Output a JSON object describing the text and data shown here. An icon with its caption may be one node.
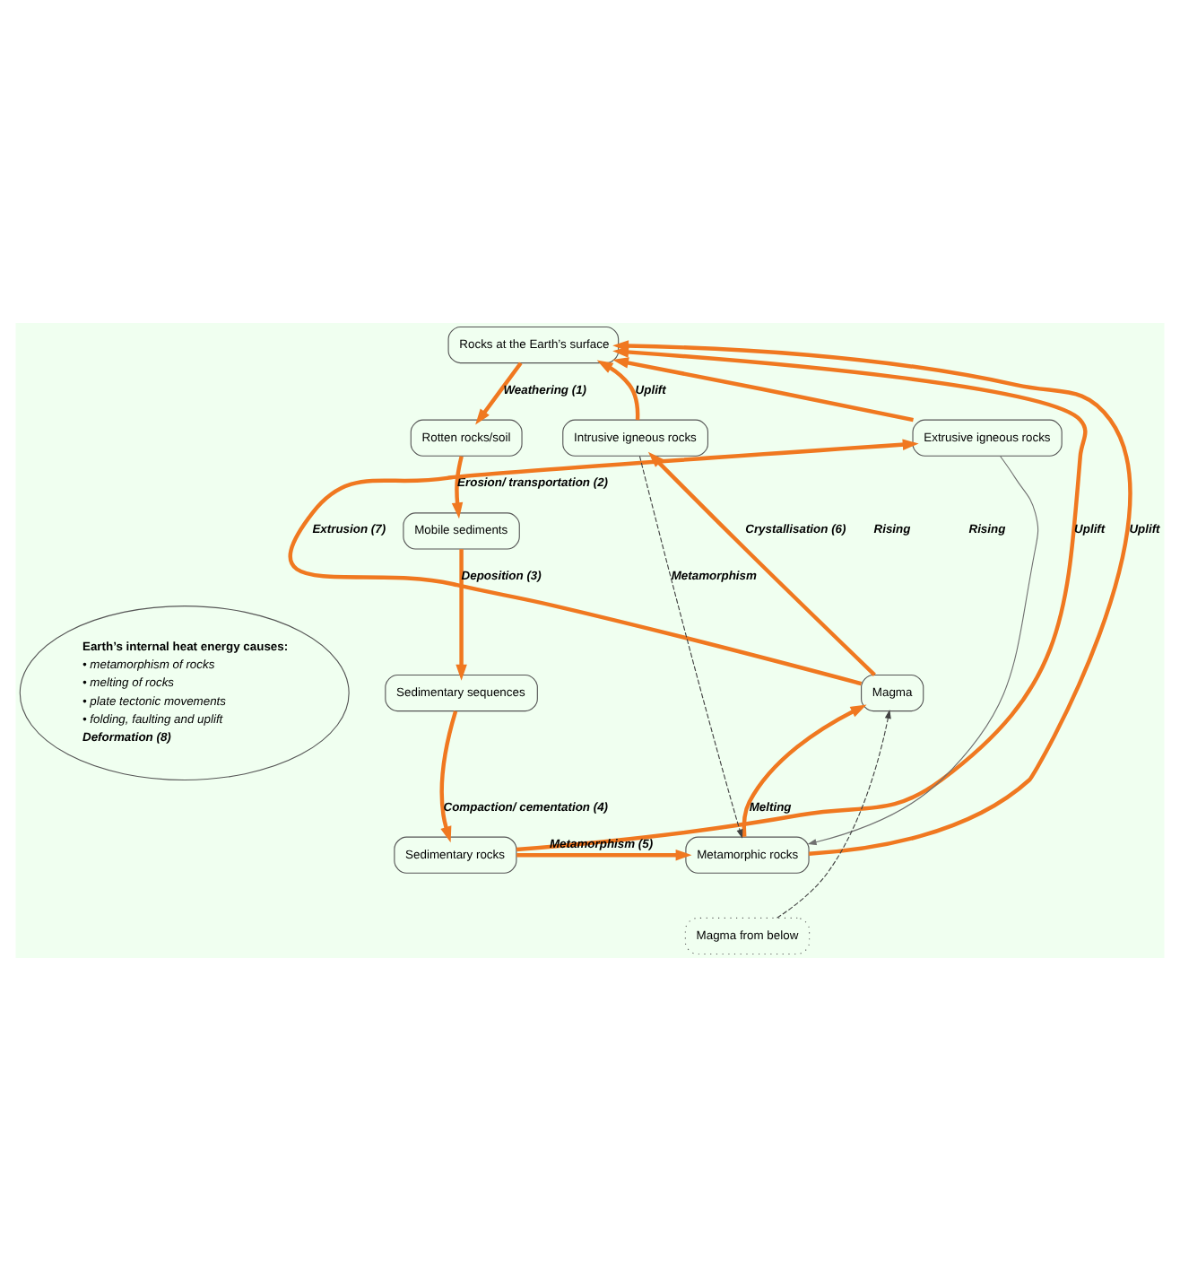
{
  "diagram": {
    "nodes": [
      {
        "text": [
          "Rocks at the Earth’s surface"
        ]
      },
      {
        "text": [
          "Rotten rocks/soil"
        ]
      },
      {
        "text": [
          "Mobile sediments"
        ]
      },
      {
        "text": [
          "Sedimentary sequences"
        ]
      },
      {
        "text": [
          "Sedimentary rocks"
        ]
      },
      {
        "text": [
          "Metamorphic rocks"
        ]
      },
      {
        "text": [
          "Magma"
        ]
      },
      {
        "text": [
          "Extrusive igneous rocks"
        ]
      },
      {
        "text": [
          "Intrusive igneous rocks"
        ]
      },
      {
        "text": [
          "Magma from below"
        ]
      },
      {
        "text": [
          "Earth’s internal heat energy causes:",
          "• metamorphism of rocks",
          "• melting of rocks",
          "• plate tectonic movements",
          "• folding, faulting and uplift",
          "Deformation (8)"
        ]
      }
    ],
    "edges": [
      {
        "from": 0,
        "to": 1,
        "arrow": "to",
        "label": "Weathering (1)"
      },
      {
        "from": 1,
        "to": 2,
        "arrow": "to",
        "label": "Erosion/ transportation (2)"
      },
      {
        "from": 2,
        "to": 3,
        "arrow": "to",
        "label": "Deposition (3)"
      },
      {
        "from": 3,
        "to": 4,
        "arrow": "to",
        "label": "Compaction/ cementation (4)"
      },
      {
        "from": 4,
        "to": 5,
        "arrow": "to",
        "label": "Metamorphism (5)"
      },
      {
        "from": 4,
        "to": 0,
        "arrow": "to",
        "label": "Uplift"
      },
      {
        "from": 5,
        "to": 0,
        "arrow": "to",
        "label": "Uplift"
      },
      {
        "from": 5,
        "to": 6,
        "arrow": "to",
        "label": "Melting"
      },
      {
        "from": 6,
        "to": 7,
        "arrow": "to",
        "label": "Extrusion (7)"
      },
      {
        "from": 6,
        "to": 8,
        "arrow": "to",
        "label": "Crystallisation (6)"
      },
      {
        "from": 7,
        "to": 0,
        "arrow": "to"
      },
      {
        "from": 8,
        "to": 0,
        "arrow": "to",
        "label": "Uplift"
      },
      {
        "from": 7,
        "to": 5,
        "arrow": "to",
        "color": "#707070"
      },
      {
        "from": 8,
        "to": 5,
        "arrow": "to",
        "label": "Metamorphism",
        "style": "dashed",
        "color": "#404040"
      },
      {
        "from": 9,
        "to": 6,
        "arrow": "to",
        "style": "dashed",
        "color": "#404040"
      }
    ],
    "labels": [
      "Rising",
      "Rising"
    ]
  }
}
